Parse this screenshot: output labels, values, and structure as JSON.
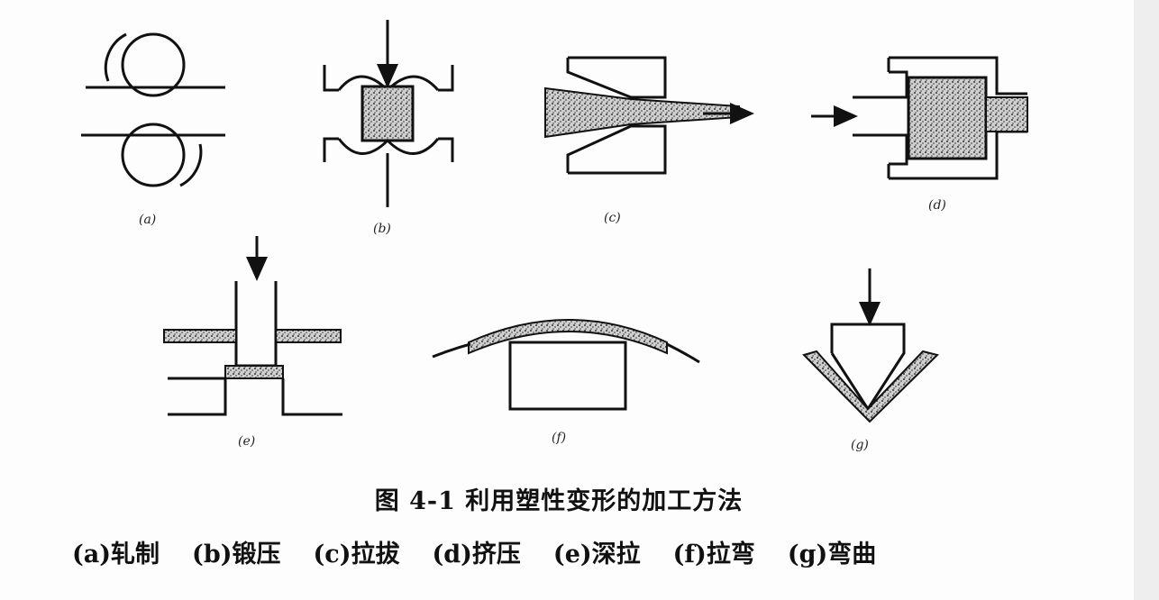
{
  "figure": {
    "subfigures": [
      {
        "label": "(a)"
      },
      {
        "label": "(b)"
      },
      {
        "label": "(c)"
      },
      {
        "label": "(d)"
      },
      {
        "label": "(e)"
      },
      {
        "label": "(f)"
      },
      {
        "label": "(g)"
      }
    ],
    "caption": "图 4-1   利用塑性变形的加工方法",
    "legend": [
      {
        "text": "(a)轧制"
      },
      {
        "text": "(b)锻压"
      },
      {
        "text": "(c)拉拔"
      },
      {
        "text": "(d)挤压"
      },
      {
        "text": "(e)深拉"
      },
      {
        "text": "(f)拉弯"
      },
      {
        "text": "(g)弯曲"
      }
    ]
  }
}
